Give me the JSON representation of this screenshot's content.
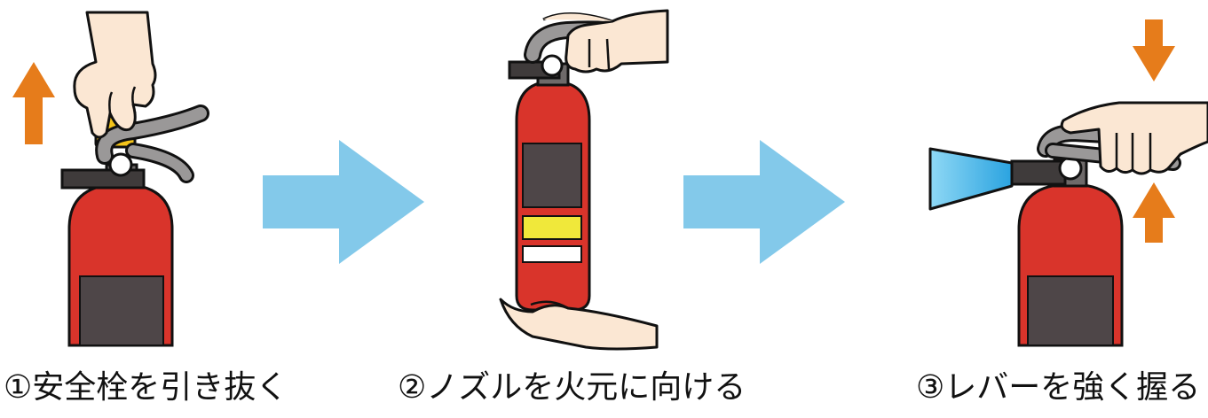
{
  "steps": [
    {
      "label": "①安全栓を引き抜く"
    },
    {
      "label": "②ノズルを火元に向ける"
    },
    {
      "label": "③レバーを強く握る"
    }
  ],
  "colors": {
    "extinguisher_red": "#d9342b",
    "label_dark": "#4e4648",
    "warning_yellow": "#f0e83a",
    "lever_gray": "#9a9898",
    "skin": "#fbe7d3",
    "step_arrow_blue": "#83c9ea",
    "direction_arrow_orange": "#e67c1b",
    "spray_blue": "#3aaee3",
    "pin_yellow": "#f4c419"
  },
  "icons": [
    "up-arrow-icon",
    "step-arrow-icon",
    "down-arrow-icon",
    "spray-icon"
  ]
}
